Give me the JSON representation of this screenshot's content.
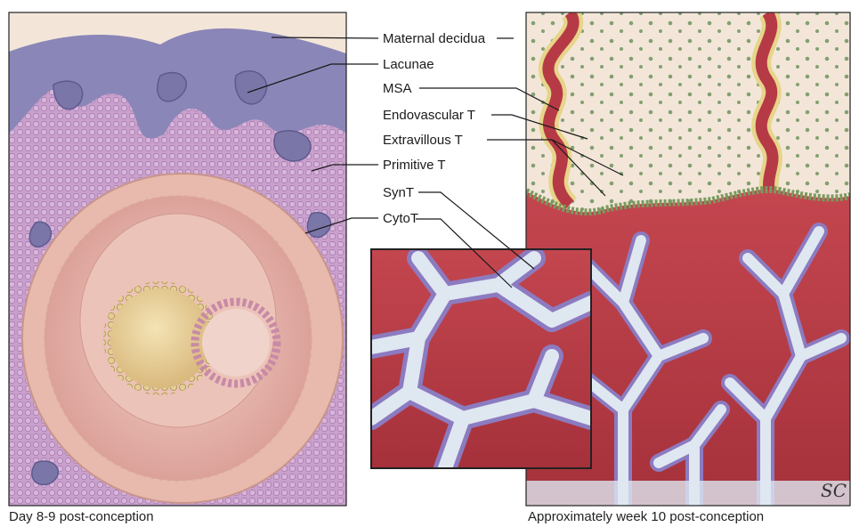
{
  "labels": [
    "Maternal decidua",
    "Lacunae",
    "MSA",
    "Endovascular T",
    "Extravillous T",
    "Primitive T",
    "SynT",
    "CytoT"
  ],
  "captions": {
    "left": "Day 8-9 post-conception",
    "right": "Approximately week 10 post-conception"
  },
  "signature": "SC",
  "colors": {
    "decidua": "#f3e6d9",
    "primitive_trophoblast": "#8a86b8",
    "cytotrophoblast_cells": "#c79cc9",
    "blastocyst_wall": "#e8b9ad",
    "yolk_sac": "#e6c98b",
    "maternal_blood": "#b83a44",
    "villous_core": "#d9e3ef",
    "trophoblast_plug": "#7a9a5e",
    "endovascular_cells": "#e8d98a"
  }
}
